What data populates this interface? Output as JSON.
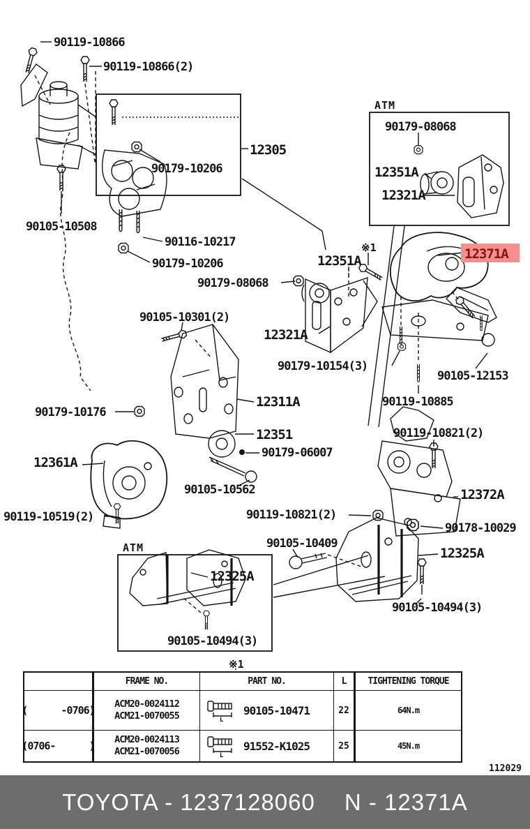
{
  "title": "Toyota engine mounting parts diagram",
  "highlight": {
    "bg": "#f48f8f",
    "fg": "#8a1111"
  },
  "atm_label": "ATM",
  "note_mark": "※1",
  "sheet_code": "112029",
  "parts": {
    "p90119_10866": "90119-10866",
    "p90119_10866_x2": "90119-10866(2)",
    "p12305": "12305",
    "p90179_10206": "90179-10206",
    "p90105_10508": "90105-10508",
    "p90116_10217": "90116-10217",
    "p90179_08068": "90179-08068",
    "p90105_10301_x2": "90105-10301(2)",
    "p12351a": "12351A",
    "p12371a": "12371A",
    "p12321a": "12321A",
    "p90179_10154_x3": "90179-10154(3)",
    "p90105_12153": "90105-12153",
    "p90119_10885": "90119-10885",
    "p12311a": "12311A",
    "p90179_10176": "90179-10176",
    "p12351": "12351",
    "p90179_06007": "90179-06007",
    "p12361a": "12361A",
    "p90105_10562": "90105-10562",
    "p90119_10519_x2": "90119-10519(2)",
    "p90119_10821_x2": "90119-10821(2)",
    "p12372a": "12372A",
    "p90178_10029": "90178-10029",
    "p90105_10409": "90105-10409",
    "p12325a": "12325A",
    "p90105_10494_x3": "90105-10494(3)"
  },
  "table": {
    "headers": {
      "range": "",
      "frame": "FRAME NO.",
      "part": "PART NO.",
      "length": "L",
      "torque": "TIGHTENING TORQUE"
    },
    "dim_label": "L",
    "rows": [
      {
        "range": "(      -0706)",
        "frame1": "ACM20-0024112",
        "frame2": "ACM21-0070055",
        "part": "90105-10471",
        "length": "22",
        "torque": "64N.m"
      },
      {
        "range": "(0706-      )",
        "frame1": "ACM20-0024113",
        "frame2": "ACM21-0070056",
        "part": "91552-K1025",
        "length": "25",
        "torque": "45N.m"
      }
    ]
  },
  "footer": {
    "left": "TOYOTA - 1237128060",
    "right": "N - 12371A"
  }
}
